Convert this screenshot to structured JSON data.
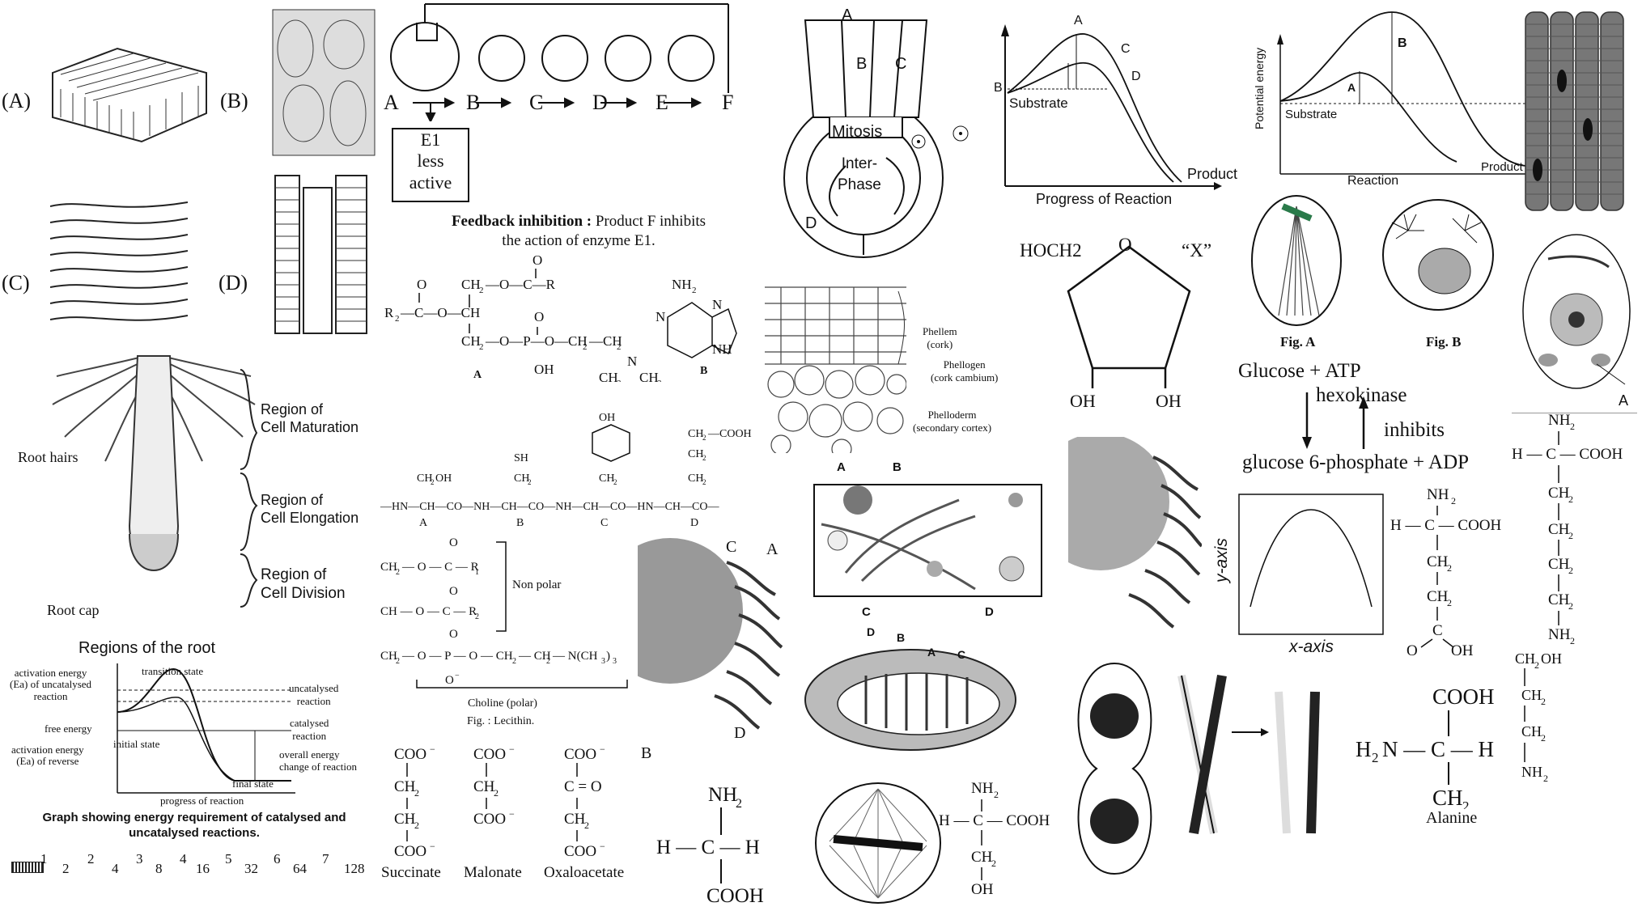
{
  "tissues": {
    "a": "(A)",
    "b": "(B)",
    "c": "(C)",
    "d": "(D)"
  },
  "root": {
    "region_maturation": "Region of\nCell Maturation",
    "region_elongation": "Region of\nCell Elongation",
    "region_division": "Region of\nCell Division",
    "root_hairs": "Root hairs",
    "root_cap": "Root cap",
    "title": "Regions of the root"
  },
  "energy_graph": {
    "ea_uncat": "activation energy\n(Ea) of uncatalysed\nreaction",
    "transition": "transition state",
    "uncat": "uncatalysed\nreaction",
    "cat": "catalysed\nreaction",
    "free_energy": "free energy",
    "initial": "initial state",
    "ea_rev": "activation energy\n(Ea) of reverse",
    "overall": "overall energy\nchange of reaction",
    "final": "final state",
    "progress": "progress of reaction",
    "caption": "Graph showing energy requirement of catalysed and\nuncatalysed reactions."
  },
  "sequence": {
    "gen": [
      "1",
      "2",
      "3",
      "4",
      "5",
      "6",
      "7"
    ],
    "cells": [
      "2",
      "4",
      "8",
      "16",
      "32",
      "64",
      "128"
    ]
  },
  "feedback": {
    "chain": [
      "A",
      "B",
      "C",
      "D",
      "E",
      "F"
    ],
    "box": "E1\nless\nactive",
    "caption_bold": "Feedback inhibition :",
    "caption": " Product F inhibits\nthe action of enzyme E1."
  },
  "lecithin": {
    "nonpolar": "Non polar",
    "choline": "Choline (polar)",
    "fig": "Fig. : Lecithin."
  },
  "acids": {
    "succinate": "Succinate",
    "malonate": "Malonate",
    "oxalo": "Oxaloacetate"
  },
  "cell_cycle": {
    "mitosis": "Mitosis",
    "interphase": "Inter-\nPhase",
    "a": "A",
    "b": "B",
    "c": "C",
    "d": "D"
  },
  "periderm": {
    "phellem": "Phellem\n(cork)",
    "phellogen": "Phellogen\n(cork cambium)",
    "phelloderm": "Phelloderm\n(secondary cortex)"
  },
  "enzyme_graph": {
    "substrate": "Substrate",
    "product": "Product",
    "x": "Progress of Reaction",
    "a": "A",
    "b": "B",
    "c": "C",
    "d": "D"
  },
  "potential_graph": {
    "y": "Potential energy",
    "x": "Reaction",
    "substrate": "Substrate",
    "product": "Product",
    "a": "A",
    "b": "B"
  },
  "sugar": {
    "hoch2": "HOCH2",
    "o": "O",
    "x": "“X”",
    "oh1": "OH",
    "oh2": "OH"
  },
  "mitosis_figs": {
    "a": "Fig. A",
    "b": "Fig. B"
  },
  "hexokinase": {
    "l1": "Glucose + ATP",
    "enzyme": "hexokinase",
    "inhibits": "inhibits",
    "l2": "glucose 6-phosphate + ADP"
  },
  "parabola": {
    "y": "y-axis",
    "x": "x-axis"
  },
  "alanine": {
    "name": "Alanine"
  },
  "labels": {
    "A": "A",
    "B": "B",
    "C": "C",
    "D": "D"
  }
}
